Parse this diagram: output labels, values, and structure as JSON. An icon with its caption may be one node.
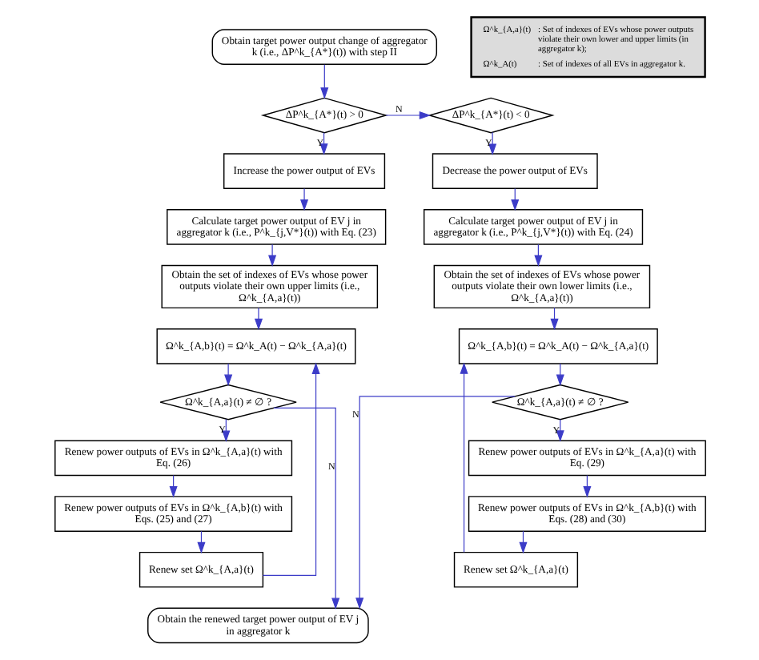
{
  "diagram": {
    "nodes": [
      {
        "text": [
          "Obtain target power output change of aggregator k (i.e., ΔP^k_{A*}(t)) with step II"
        ]
      },
      {
        "text": [
          "Ω^k_{A,a}(t)",
          ": Set of indexes of EVs whose power outputs violate their own lower and upper limits (in aggregator k);",
          "Ω^k_A(t)",
          ": Set of indexes of all EVs in aggregator k."
        ]
      },
      {
        "text": [
          "ΔP^k_{A*}(t) > 0"
        ]
      },
      {
        "text": [
          "ΔP^k_{A*}(t) < 0"
        ]
      },
      {
        "text": [
          "Increase the power output of EVs"
        ]
      },
      {
        "text": [
          "Decrease the power output of EVs"
        ]
      },
      {
        "text": [
          "Calculate target power output of EV j in aggregator k (i.e., P^k_{j,V*}(t)) with Eq. (23)"
        ]
      },
      {
        "text": [
          "Calculate target power output of EV j in aggregator k (i.e., P^k_{j,V*}(t)) with Eq. (24)"
        ]
      },
      {
        "text": [
          "Obtain the set of indexes of EVs whose power outputs violate their own upper limits (i.e., Ω^k_{A,a}(t))"
        ]
      },
      {
        "text": [
          "Obtain the set of indexes of EVs whose power outputs violate their own lower limits (i.e., Ω^k_{A,a}(t))"
        ]
      },
      {
        "text": [
          "Ω^k_{A,b}(t) = Ω^k_A(t) − Ω^k_{A,a}(t)"
        ]
      },
      {
        "text": [
          "Ω^k_{A,b}(t) = Ω^k_A(t) − Ω^k_{A,a}(t)"
        ]
      },
      {
        "text": [
          "Ω^k_{A,a}(t) ≠ ∅ ?"
        ]
      },
      {
        "text": [
          "Ω^k_{A,a}(t) ≠ ∅ ?"
        ]
      },
      {
        "text": [
          "Renew power outputs of EVs in Ω^k_{A,a}(t) with Eq. (26)"
        ]
      },
      {
        "text": [
          "Renew power outputs of EVs in Ω^k_{A,a}(t) with Eq. (29)"
        ]
      },
      {
        "text": [
          "Renew power outputs of EVs in Ω^k_{A,b}(t) with Eqs. (25) and (27)"
        ]
      },
      {
        "text": [
          "Renew power outputs of EVs in Ω^k_{A,b}(t) with Eqs. (28) and (30)"
        ]
      },
      {
        "text": [
          "Renew set Ω^k_{A,a}(t)"
        ]
      },
      {
        "text": [
          "Renew set Ω^k_{A,a}(t)"
        ]
      },
      {
        "text": [
          "Obtain the renewed target power output of EV j in aggregator k"
        ]
      }
    ],
    "edges": [
      {
        "from": 0,
        "to": 2,
        "arrow": "to"
      },
      {
        "from": 2,
        "to": 3,
        "arrow": "to",
        "label": "N"
      },
      {
        "from": 2,
        "to": 4,
        "arrow": "to",
        "label": "Y"
      },
      {
        "from": 3,
        "to": 5,
        "arrow": "to",
        "label": "Y"
      },
      {
        "from": 4,
        "to": 6,
        "arrow": "to"
      },
      {
        "from": 5,
        "to": 7,
        "arrow": "to"
      },
      {
        "from": 6,
        "to": 8,
        "arrow": "to"
      },
      {
        "from": 7,
        "to": 9,
        "arrow": "to"
      },
      {
        "from": 8,
        "to": 10,
        "arrow": "to"
      },
      {
        "from": 9,
        "to": 11,
        "arrow": "to"
      },
      {
        "from": 10,
        "to": 12,
        "arrow": "to"
      },
      {
        "from": 11,
        "to": 13,
        "arrow": "to"
      },
      {
        "from": 12,
        "to": 14,
        "arrow": "to",
        "label": "Y"
      },
      {
        "from": 13,
        "to": 15,
        "arrow": "to",
        "label": "Y"
      },
      {
        "from": 14,
        "to": 16,
        "arrow": "to"
      },
      {
        "from": 15,
        "to": 17,
        "arrow": "to"
      },
      {
        "from": 16,
        "to": 18,
        "arrow": "to"
      },
      {
        "from": 17,
        "to": 19,
        "arrow": "to"
      },
      {
        "from": 18,
        "to": 10,
        "arrow": "to"
      },
      {
        "from": 19,
        "to": 11,
        "arrow": "to"
      },
      {
        "from": 12,
        "to": 20,
        "arrow": "to",
        "label": "N"
      },
      {
        "from": 13,
        "to": 20,
        "arrow": "to",
        "label": "N"
      }
    ]
  }
}
